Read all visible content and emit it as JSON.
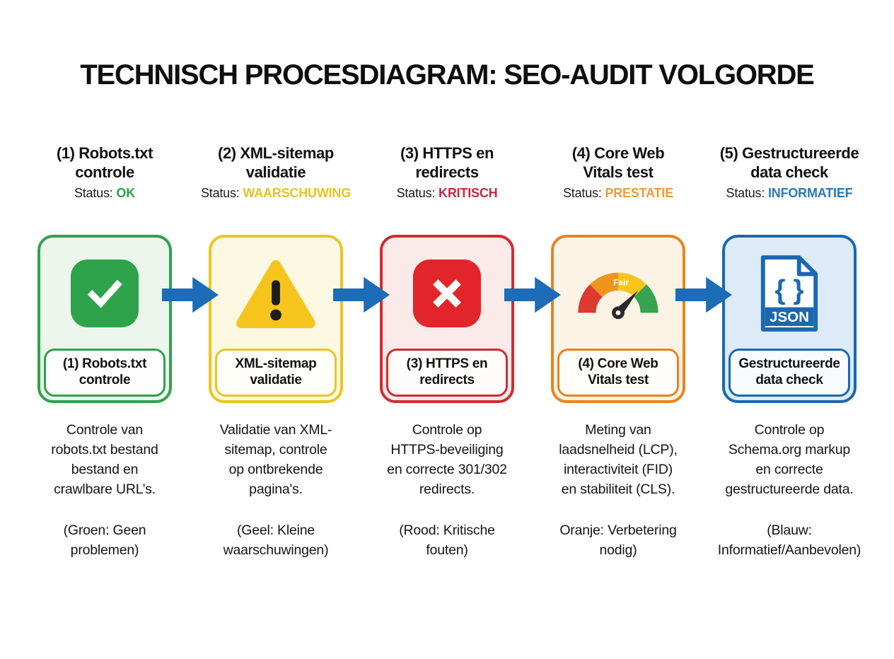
{
  "title": "TECHNISCH PROCESDIAGRAM: SEO-AUDIT VOLGORDE",
  "status_label": "Status:",
  "arrow_color": "#1c6cb8",
  "steps": [
    {
      "heading": "(1) Robots.txt\ncontrole",
      "status": "OK",
      "icon": "check-icon",
      "card_label": "(1) Robots.txt\ncontrole",
      "description": "Controle van\nrobots.txt bestand\nbestand en\ncrawlbare URL’s.",
      "note": "(Groen: Geen\nproblemen)",
      "colors": {
        "border": "#2fa24c",
        "fill": "#edf6ed",
        "status": "#2ca04a"
      }
    },
    {
      "heading": "(2) XML-sitemap\nvalidatie",
      "status": "WAARSCHUWING",
      "icon": "warning-icon",
      "card_label": "XML-sitemap\nvalidatie",
      "description": "Validatie van XML-\nsitemap, controle\nop ontbrekende\npagina's.",
      "note": "(Geel: Kleine\nwaarschuwingen)",
      "colors": {
        "border": "#e9c522",
        "fill": "#fcf8e1",
        "status": "#e5c326"
      }
    },
    {
      "heading": "(3) HTTPS en\nredirects",
      "status": "KRITISCH",
      "icon": "error-icon",
      "card_label": "(3) HTTPS en\nredirects",
      "description": "Controle op\nHTTPS-beveiliging\nen correcte 301/302\nredirects.",
      "note": "(Rood: Kritische\nfouten)",
      "colors": {
        "border": "#d32b2f",
        "fill": "#faeaea",
        "status": "#c52a3e"
      }
    },
    {
      "heading": "(4) Core Web\nVitals test",
      "status": "PRESTATIE",
      "icon": "gauge-icon",
      "gauge_label": "Fair",
      "card_label": "(4) Core Web\nVitals test",
      "description": "Meting van\nlaadsnelheid (LCP),\ninteractiviteit (FID)\nen stabiliteit (CLS).",
      "note": "Oranje: Verbetering\nnodig)",
      "colors": {
        "border": "#e8831f",
        "fill": "#fdf3e5",
        "status": "#e99b3f"
      }
    },
    {
      "heading": "(5) Gestructureerde\ndata check",
      "status": "INFORMATIEF",
      "icon": "json-file-icon",
      "icon_braces": "{ }",
      "icon_label": "JSON",
      "card_label": "Gestructureerde\ndata check",
      "description": "Controle op\nSchema.org markup\nen correcte\ngestructureerde data.",
      "note": "(Blauw:\nInformatief/Aanbevolen)",
      "colors": {
        "border": "#1a68b2",
        "fill": "#dcebf7",
        "status": "#2679b6"
      }
    }
  ]
}
